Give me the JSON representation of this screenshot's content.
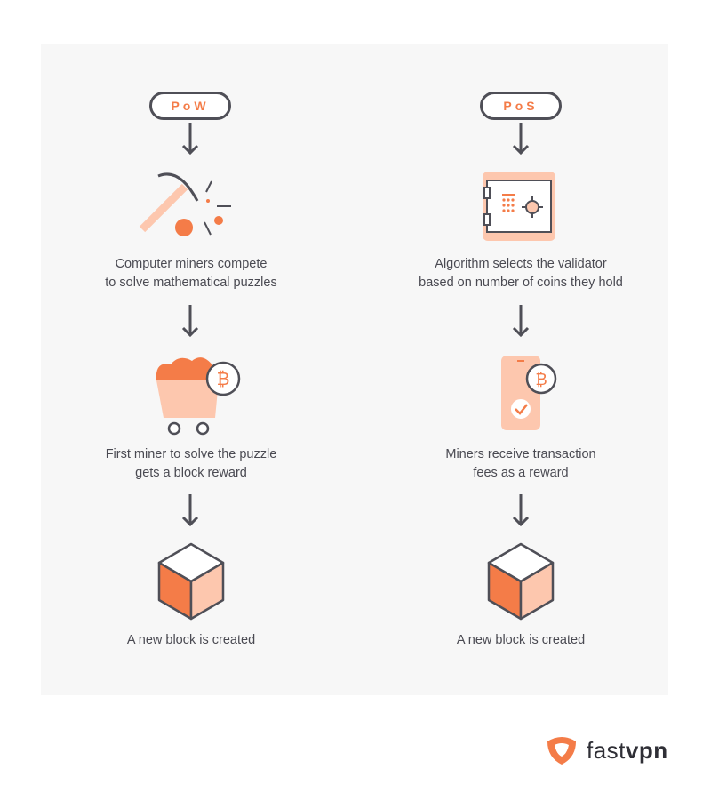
{
  "columns": [
    {
      "title": "PoW",
      "steps": [
        "Computer miners compete to solve mathematical puzzles",
        "First miner to solve the puzzle gets a block reward",
        "A new block is created"
      ]
    },
    {
      "title": "PoS",
      "steps": [
        "Algorithm selects the validator based on number of coins they hold",
        "Miners receive transaction fees as a reward",
        "A new block is created"
      ]
    }
  ],
  "pow_lines": {
    "step1_a": "Computer miners compete",
    "step1_b": "to solve mathematical puzzles",
    "step2_a": "First miner to solve the puzzle",
    "step2_b": "gets a block reward",
    "step3": "A new block is created"
  },
  "pos_lines": {
    "step1_a": "Algorithm selects the validator",
    "step1_b": "based on number of coins they hold",
    "step2_a": "Miners receive transaction",
    "step2_b": "fees as a reward",
    "step3": "A new block is created"
  },
  "brand": {
    "name_light": "fast",
    "name_bold": "vpn",
    "accent": "#f47c48"
  },
  "colors": {
    "accent": "#f47c48",
    "accent_light": "#fdc7ae",
    "dark": "#4f4f57",
    "panel": "#f7f7f7"
  },
  "icons": [
    "pickaxe-icon",
    "mining-cart-icon",
    "bitcoin-icon",
    "block-cube-icon",
    "safe-icon",
    "phone-check-icon",
    "arrow-down-icon"
  ]
}
